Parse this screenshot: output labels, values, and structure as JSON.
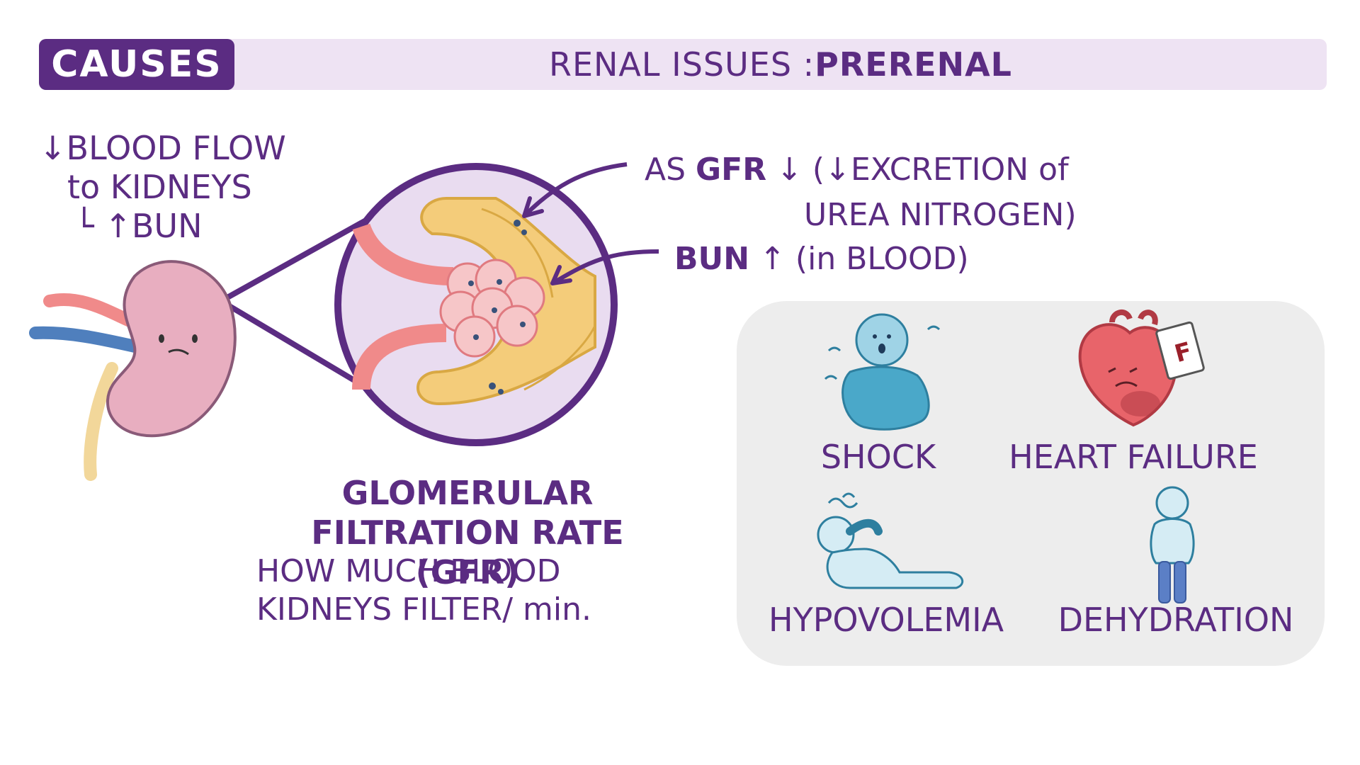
{
  "header": {
    "tab_label": "CAUSES",
    "title_regular": "RENAL ISSUES : ",
    "title_bold": "PRERENAL"
  },
  "left_note": {
    "line1": "↓BLOOD FLOW",
    "line2": "to KIDNEYS",
    "line3": "└ ↑BUN"
  },
  "gfr_note": {
    "prefix": "AS ",
    "gfr": "GFR",
    "suffix": " ↓ (↓EXCRETION of",
    "line2": "UREA NITROGEN)"
  },
  "bun_note": {
    "bun": "BUN",
    "suffix": " ↑ (in BLOOD)"
  },
  "gfr_definition": {
    "title_line1": "GLOMERULAR",
    "title_line2": "FILTRATION RATE (GFR)",
    "desc_line1": "HOW MUCH BLOOD",
    "desc_line2": "KIDNEYS FILTER/ min."
  },
  "causes": [
    {
      "label": "SHOCK",
      "icon": "shock-figure-icon"
    },
    {
      "label": "HEART FAILURE",
      "icon": "failing-heart-icon",
      "badge": "F"
    },
    {
      "label": "HYPOVOLEMIA",
      "icon": "fainted-figure-icon"
    },
    {
      "label": "DEHYDRATION",
      "icon": "dehydrated-figure-icon"
    }
  ],
  "colors": {
    "primary_purple": "#5b2c82",
    "header_band": "#eee3f3",
    "kidney": "#e8aec0",
    "vessel_red": "#f08a8a",
    "tubule_yellow": "#f4cc7a",
    "panel_gray": "#ededed",
    "shock_blue": "#4aa8c9",
    "heart_red": "#e8646a"
  }
}
